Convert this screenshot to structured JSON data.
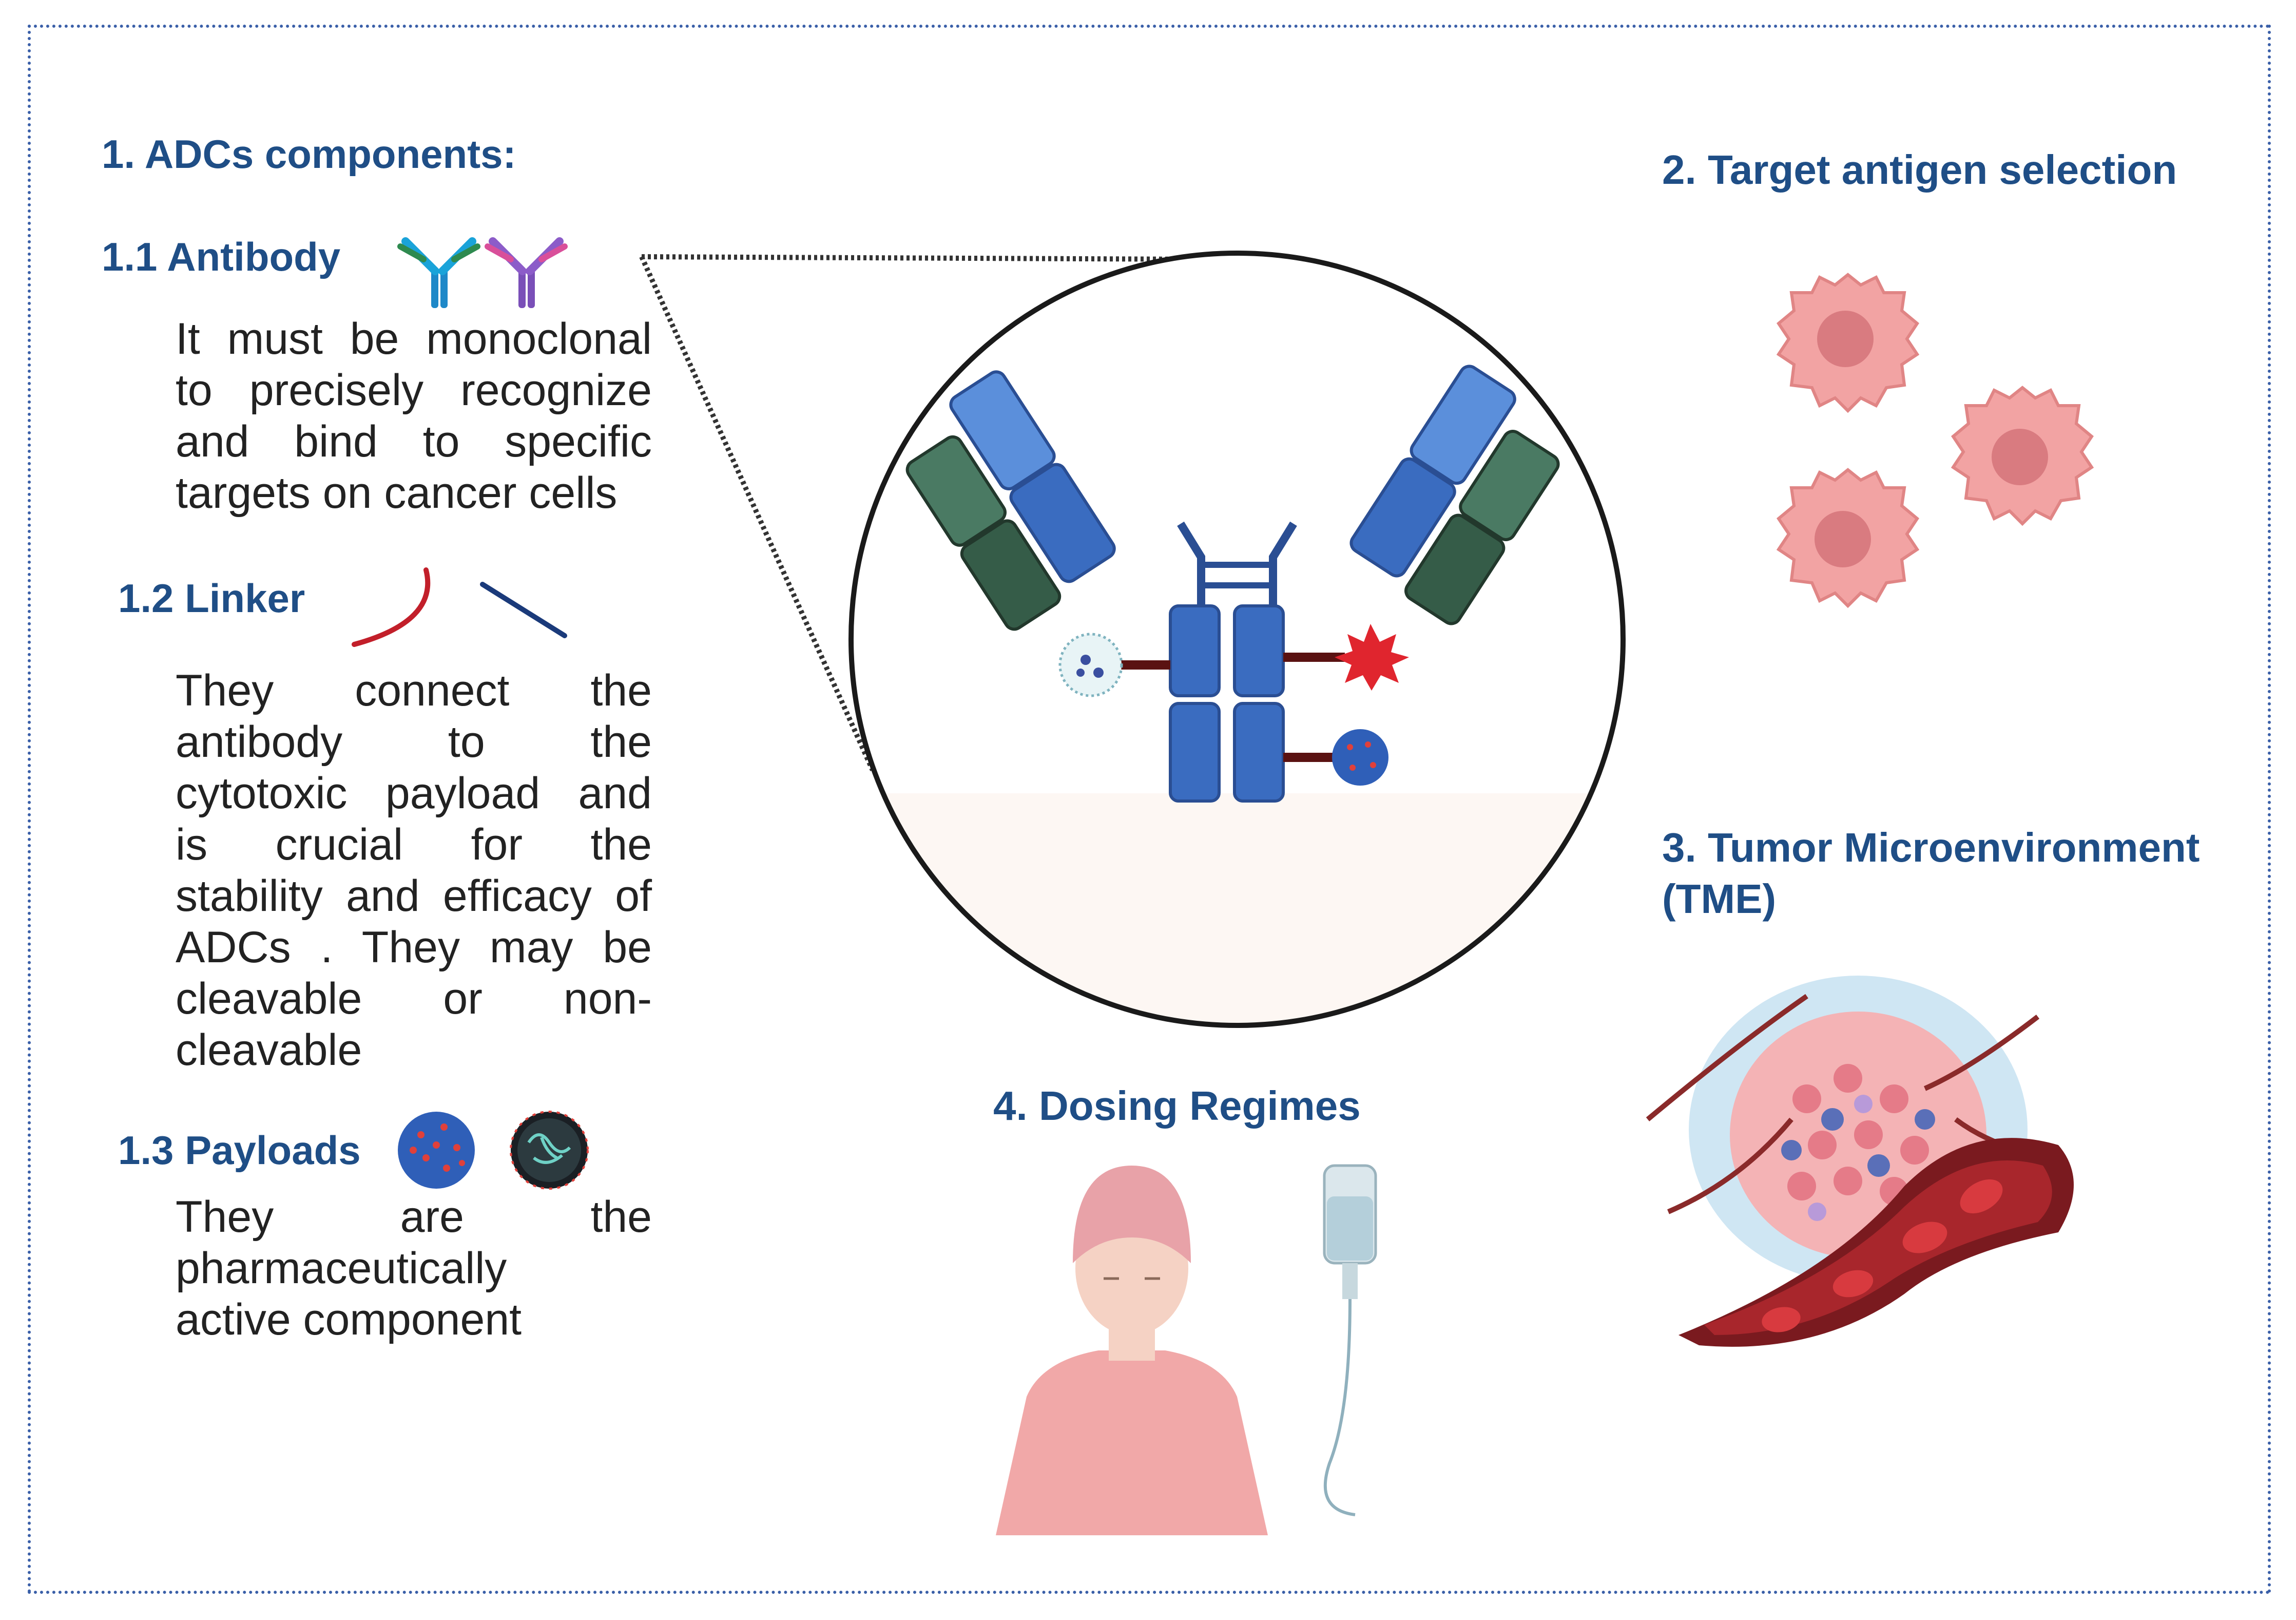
{
  "sections": {
    "components_title": "1.  ADCs components:",
    "antibody": {
      "heading": "1.1 Antibody",
      "lines": [
        "It must be monoclonal",
        "to precisely recognize",
        "and bind to specific",
        "targets on cancer cells"
      ]
    },
    "linker": {
      "heading": "1.2 Linker",
      "lines": [
        "They connect the",
        "antibody to the",
        "cytotoxic payload and",
        "is crucial for the",
        "stability and efficacy of",
        "ADCs . They may be",
        "cleavable or non-",
        "cleavable"
      ]
    },
    "payloads": {
      "heading": "1.3 Payloads",
      "lines": [
        "They are the",
        "pharmaceutically",
        "active component"
      ]
    },
    "target_antigen": {
      "heading": "2. Target antigen selection"
    },
    "tme": {
      "heading_line1": "3. Tumor Microenvironment",
      "heading_line2": "(TME)"
    },
    "dosing": {
      "heading": "4. Dosing Regimes"
    }
  },
  "colors": {
    "heading_blue": "#1f4e86",
    "antibody_light_blue": "#5b8fdb",
    "antibody_dark_blue": "#3a6cc0",
    "antibody_green": "#4a7a63",
    "antibody_dark_green": "#355c48",
    "linker_red": "#c21f2a",
    "linker_navy": "#1a3a7a",
    "cell_pink": "#f2a3a3",
    "cell_nucleus": "#d97b80",
    "toxin_red": "#e0252e",
    "frame_border": "#3a5fa8"
  }
}
